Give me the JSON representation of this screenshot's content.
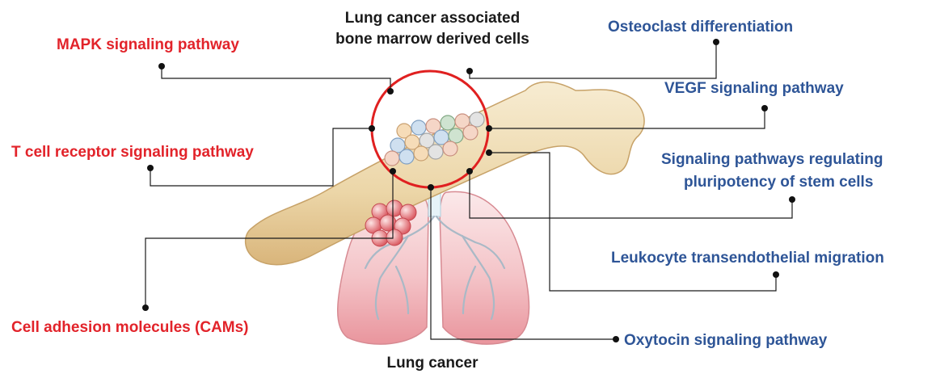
{
  "header": {
    "line1": "Lung cancer associated",
    "line2": "bone marrow derived cells"
  },
  "footer": "Lung cancer",
  "left_pathways": [
    "MAPK signaling pathway",
    "T cell receptor signaling pathway",
    "Cell adhesion molecules (CAMs)"
  ],
  "right_pathways": [
    "Osteoclast differentiation",
    "VEGF signaling pathway",
    "Signaling pathways regulating",
    "pluripotency of stem cells",
    "Leukocyte transendothelial migration",
    "Oxytocin signaling pathway"
  ],
  "colors": {
    "left_text": "#e2232a",
    "right_text": "#2e5597",
    "circle": "#e02020",
    "bone": "#eedcb6",
    "lung": "#f2b7bd",
    "cell_cluster": "#e06c72"
  }
}
